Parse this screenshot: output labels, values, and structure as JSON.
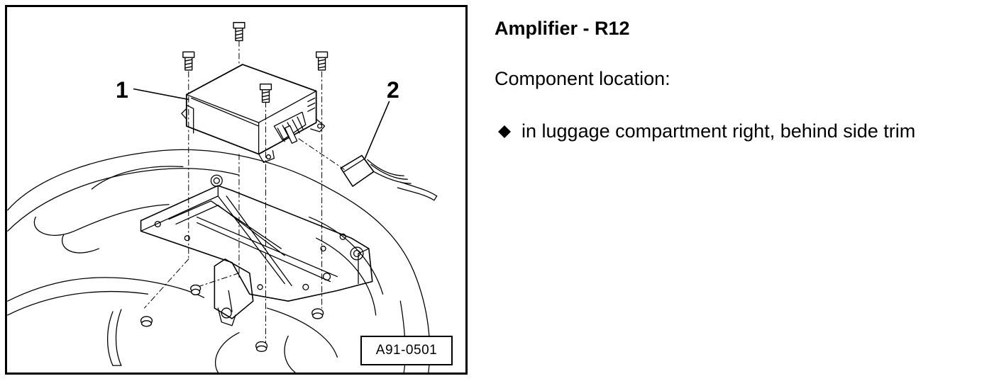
{
  "figure": {
    "callouts": [
      "1",
      "2"
    ],
    "reference": "A91-0501"
  },
  "text": {
    "heading": "Amplifier - R12",
    "paragraph": "Component location:",
    "bullets": [
      {
        "icon": "diamond-bullet-icon",
        "text": "in luggage compartment right, behind side trim"
      }
    ]
  }
}
